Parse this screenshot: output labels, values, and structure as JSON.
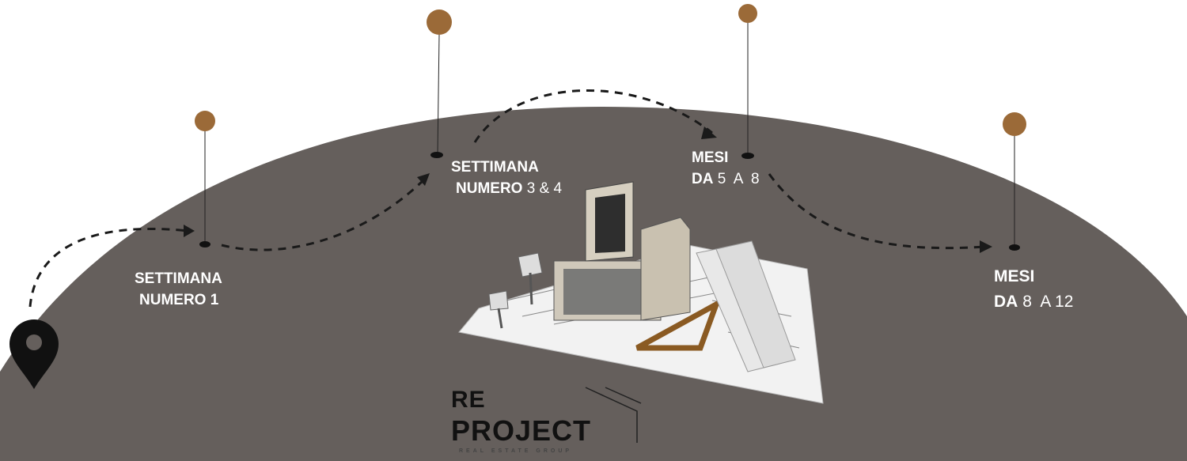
{
  "colors": {
    "dome": "#655f5c",
    "pin": "#9b6a38",
    "dark": "#111111"
  },
  "milestones": [
    {
      "line1": "SETTIMANA",
      "line2_bold": "NUMERO 1",
      "line2_light": ""
    },
    {
      "line1": "SETTIMANA",
      "line2_bold": "NUMERO",
      "line2_light": "3 & 4"
    },
    {
      "line1": "MESI",
      "line2_bold": "DA",
      "line2_light": "5  A  8"
    },
    {
      "line1": "MESI",
      "line2_bold": "DA",
      "line2_light": "8  A 12"
    }
  ],
  "logo": {
    "top": "RE",
    "bottom": "PROJECT",
    "tagline": "REAL ESTATE GROUP"
  }
}
